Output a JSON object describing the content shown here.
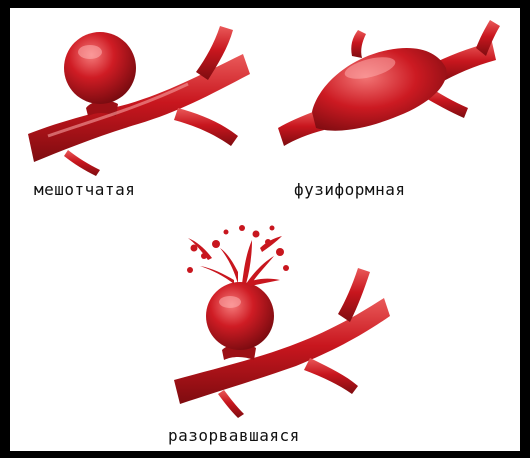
{
  "labels": {
    "saccular": "мешотчатая",
    "fusiform": "фузиформная",
    "ruptured": "разорвавшаяся"
  },
  "colors": {
    "background": "#000000",
    "panel": "#ffffff",
    "vessel": "#c4171f",
    "vessel_dark": "#8e0f14",
    "vessel_light": "#ef6b6b"
  },
  "icons": {
    "saccular": "saccular-aneurysm-illustration",
    "fusiform": "fusiform-aneurysm-illustration",
    "ruptured": "ruptured-aneurysm-illustration"
  }
}
